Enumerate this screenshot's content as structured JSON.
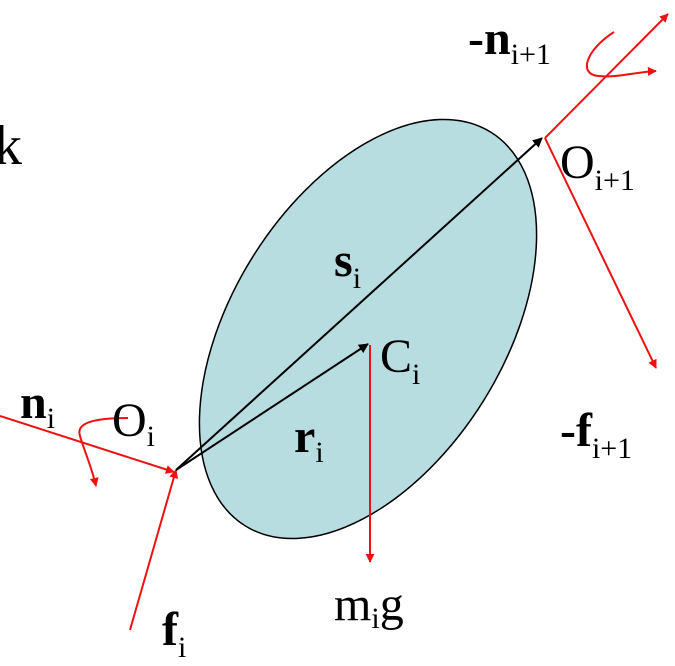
{
  "colors": {
    "body_fill": "#b8dde0",
    "outline": "#000000",
    "force": "#ee1111",
    "vector": "#000000",
    "background": "#ffffff"
  },
  "labels": {
    "neg_n_next": {
      "main": "-n",
      "sub": "i+1"
    },
    "O_next": {
      "main": "O",
      "sub": "i+1"
    },
    "s": {
      "main": "s",
      "sub": "i"
    },
    "C": {
      "main": "C",
      "sub": "i"
    },
    "n": {
      "main": "n",
      "sub": "i"
    },
    "O": {
      "main": "O",
      "sub": "i"
    },
    "r": {
      "main": "r",
      "sub": "i"
    },
    "neg_f_next": {
      "main": "-f",
      "sub": "i+1"
    },
    "mg": {
      "m": "m",
      "sub": "i",
      "g": "g"
    },
    "f": {
      "main": "f",
      "sub": "i"
    },
    "edge_glyph": "k"
  }
}
